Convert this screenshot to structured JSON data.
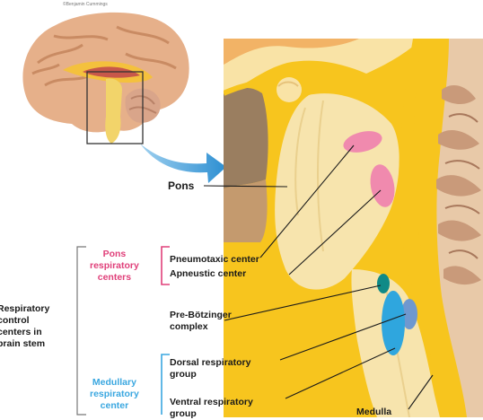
{
  "header": {
    "credit": "©Benjamin Cummings"
  },
  "labels": {
    "pons": "Pons",
    "pons_group": "Pons\nrespiratory\ncenters",
    "pneumotaxic": "Pneumotaxic center",
    "apneustic": "Apneustic center",
    "pre_botzinger": "Pre-Bötzinger\ncomplex",
    "dorsal": "Dorsal respiratory\ngroup",
    "ventral": "Ventral respiratory\ngroup",
    "medulla_group": "Medullary\nrespiratory\ncenter",
    "medulla": "Medulla",
    "left_title": "Respiratory\ncontrol\ncenters in\nbrain stem"
  },
  "colors": {
    "pink_label": "#e0407a",
    "blue_label": "#3aa7e0",
    "pons_tissue": "#f7e4ad",
    "yellow_tract": "#f7c51e",
    "pneumotaxic_nucleus": "#f08aae",
    "dorsal_group": "#6f98cf",
    "ventral_group": "#2fa6de",
    "pre_botzinger_nucleus": "#0f8a87",
    "zoom_arrow": "#2d8fd2"
  }
}
